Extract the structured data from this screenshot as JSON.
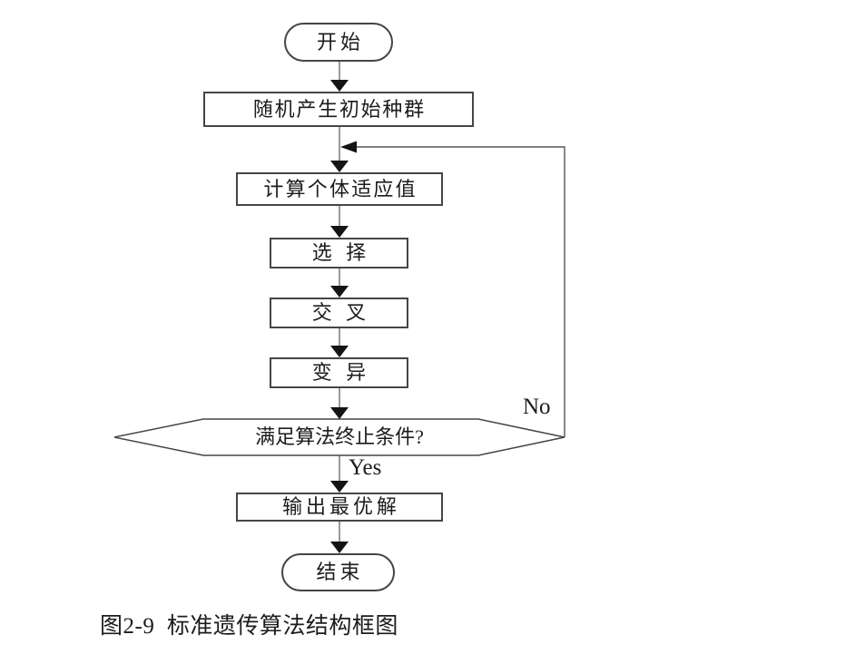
{
  "figure": {
    "caption": "图2-9  标准遗传算法结构框图"
  },
  "flowchart": {
    "nodes": {
      "start": {
        "label": "开始",
        "type": "terminator"
      },
      "init": {
        "label": "随机产生初始种群",
        "type": "process"
      },
      "fitness": {
        "label": "计算个体适应值",
        "type": "process"
      },
      "selection": {
        "label": "选择",
        "type": "process"
      },
      "crossover": {
        "label": "交叉",
        "type": "process"
      },
      "mutation": {
        "label": "变异",
        "type": "process"
      },
      "decision": {
        "label": "满足算法终止条件?",
        "type": "decision"
      },
      "output": {
        "label": "输出最优解",
        "type": "process"
      },
      "end": {
        "label": "结束",
        "type": "terminator"
      }
    },
    "edge_labels": {
      "yes": "Yes",
      "no": "No"
    },
    "colors": {
      "background": "#ffffff",
      "box_border": "#454545",
      "connector": "#8f8f8f",
      "loop_line": "#565656",
      "arrowhead": "#141414",
      "text": "#1c1c1c"
    }
  }
}
